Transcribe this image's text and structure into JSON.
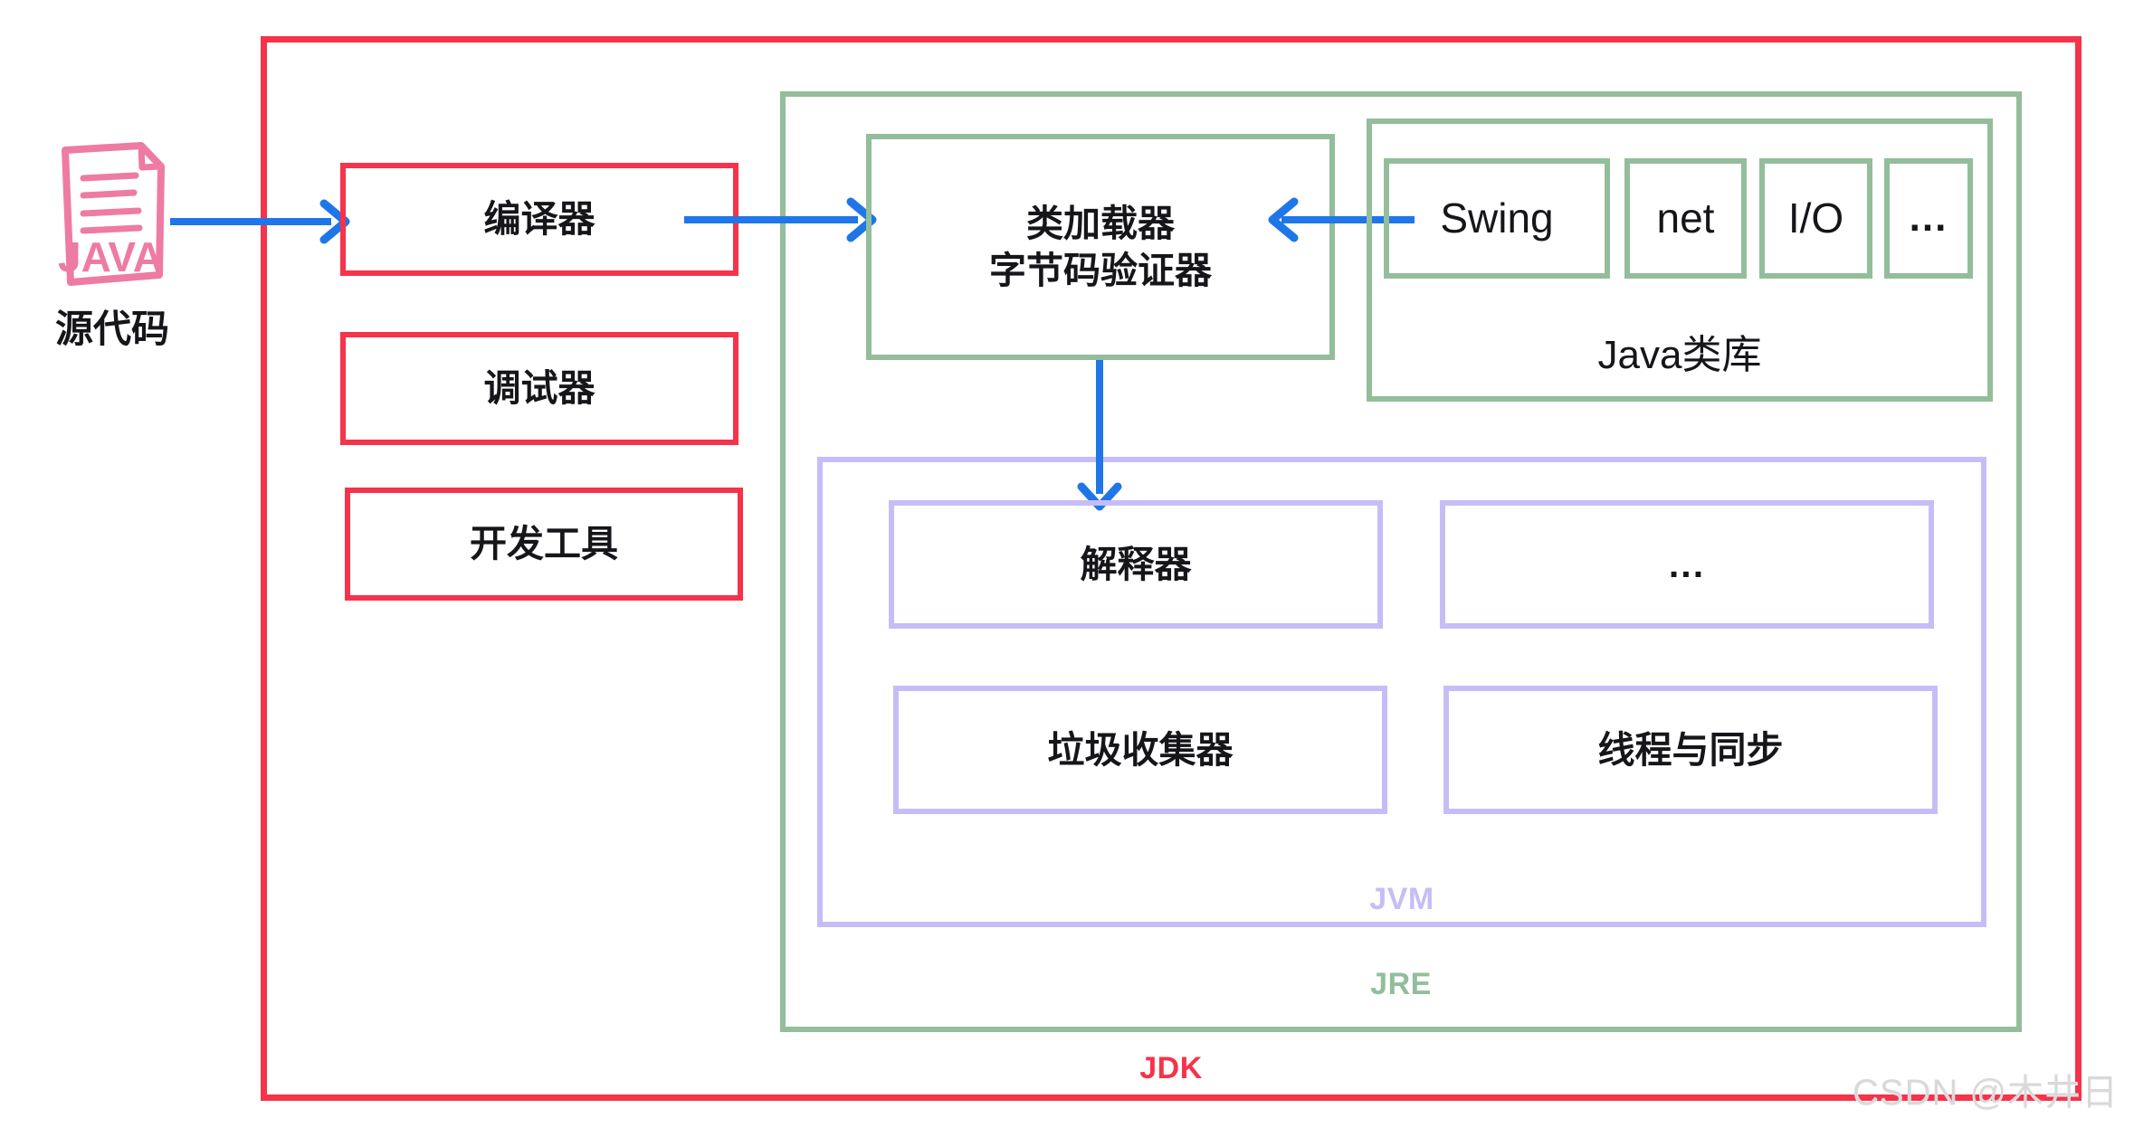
{
  "diagram": {
    "title": "JDK / JRE / JVM architecture",
    "colors": {
      "jdk_red": "#F5334B",
      "jre_green": "#93BD9B",
      "jvm_purple": "#C6BDF7",
      "arrow_blue": "#1F76E8",
      "icon_pink": "#EE7BA3",
      "text_dark": "#16161a",
      "watermark_gray": "#d9d9d9"
    }
  },
  "source": {
    "icon_name": "java-file-icon",
    "icon_text": "JAVA",
    "caption": "源代码"
  },
  "jdk": {
    "tag": "JDK",
    "tools": [
      {
        "label": "编译器"
      },
      {
        "label": "调试器"
      },
      {
        "label": "开发工具"
      }
    ]
  },
  "jre": {
    "tag": "JRE",
    "classloader": {
      "line1": "类加载器",
      "line2": "字节码验证器"
    },
    "library": {
      "label": "Java类库",
      "items": [
        "Swing",
        "net",
        "I/O",
        "..."
      ]
    }
  },
  "jvm": {
    "tag": "JVM",
    "components": [
      {
        "label": "解释器"
      },
      {
        "label": "..."
      },
      {
        "label": "垃圾收集器"
      },
      {
        "label": "线程与同步"
      }
    ]
  },
  "arrows": [
    {
      "name": "source-to-compiler",
      "direction": "right"
    },
    {
      "name": "compiler-to-classloader",
      "direction": "right"
    },
    {
      "name": "library-to-classloader",
      "direction": "left"
    },
    {
      "name": "classloader-to-interpreter",
      "direction": "down"
    }
  ],
  "watermark": {
    "text": "CSDN @木井日"
  }
}
